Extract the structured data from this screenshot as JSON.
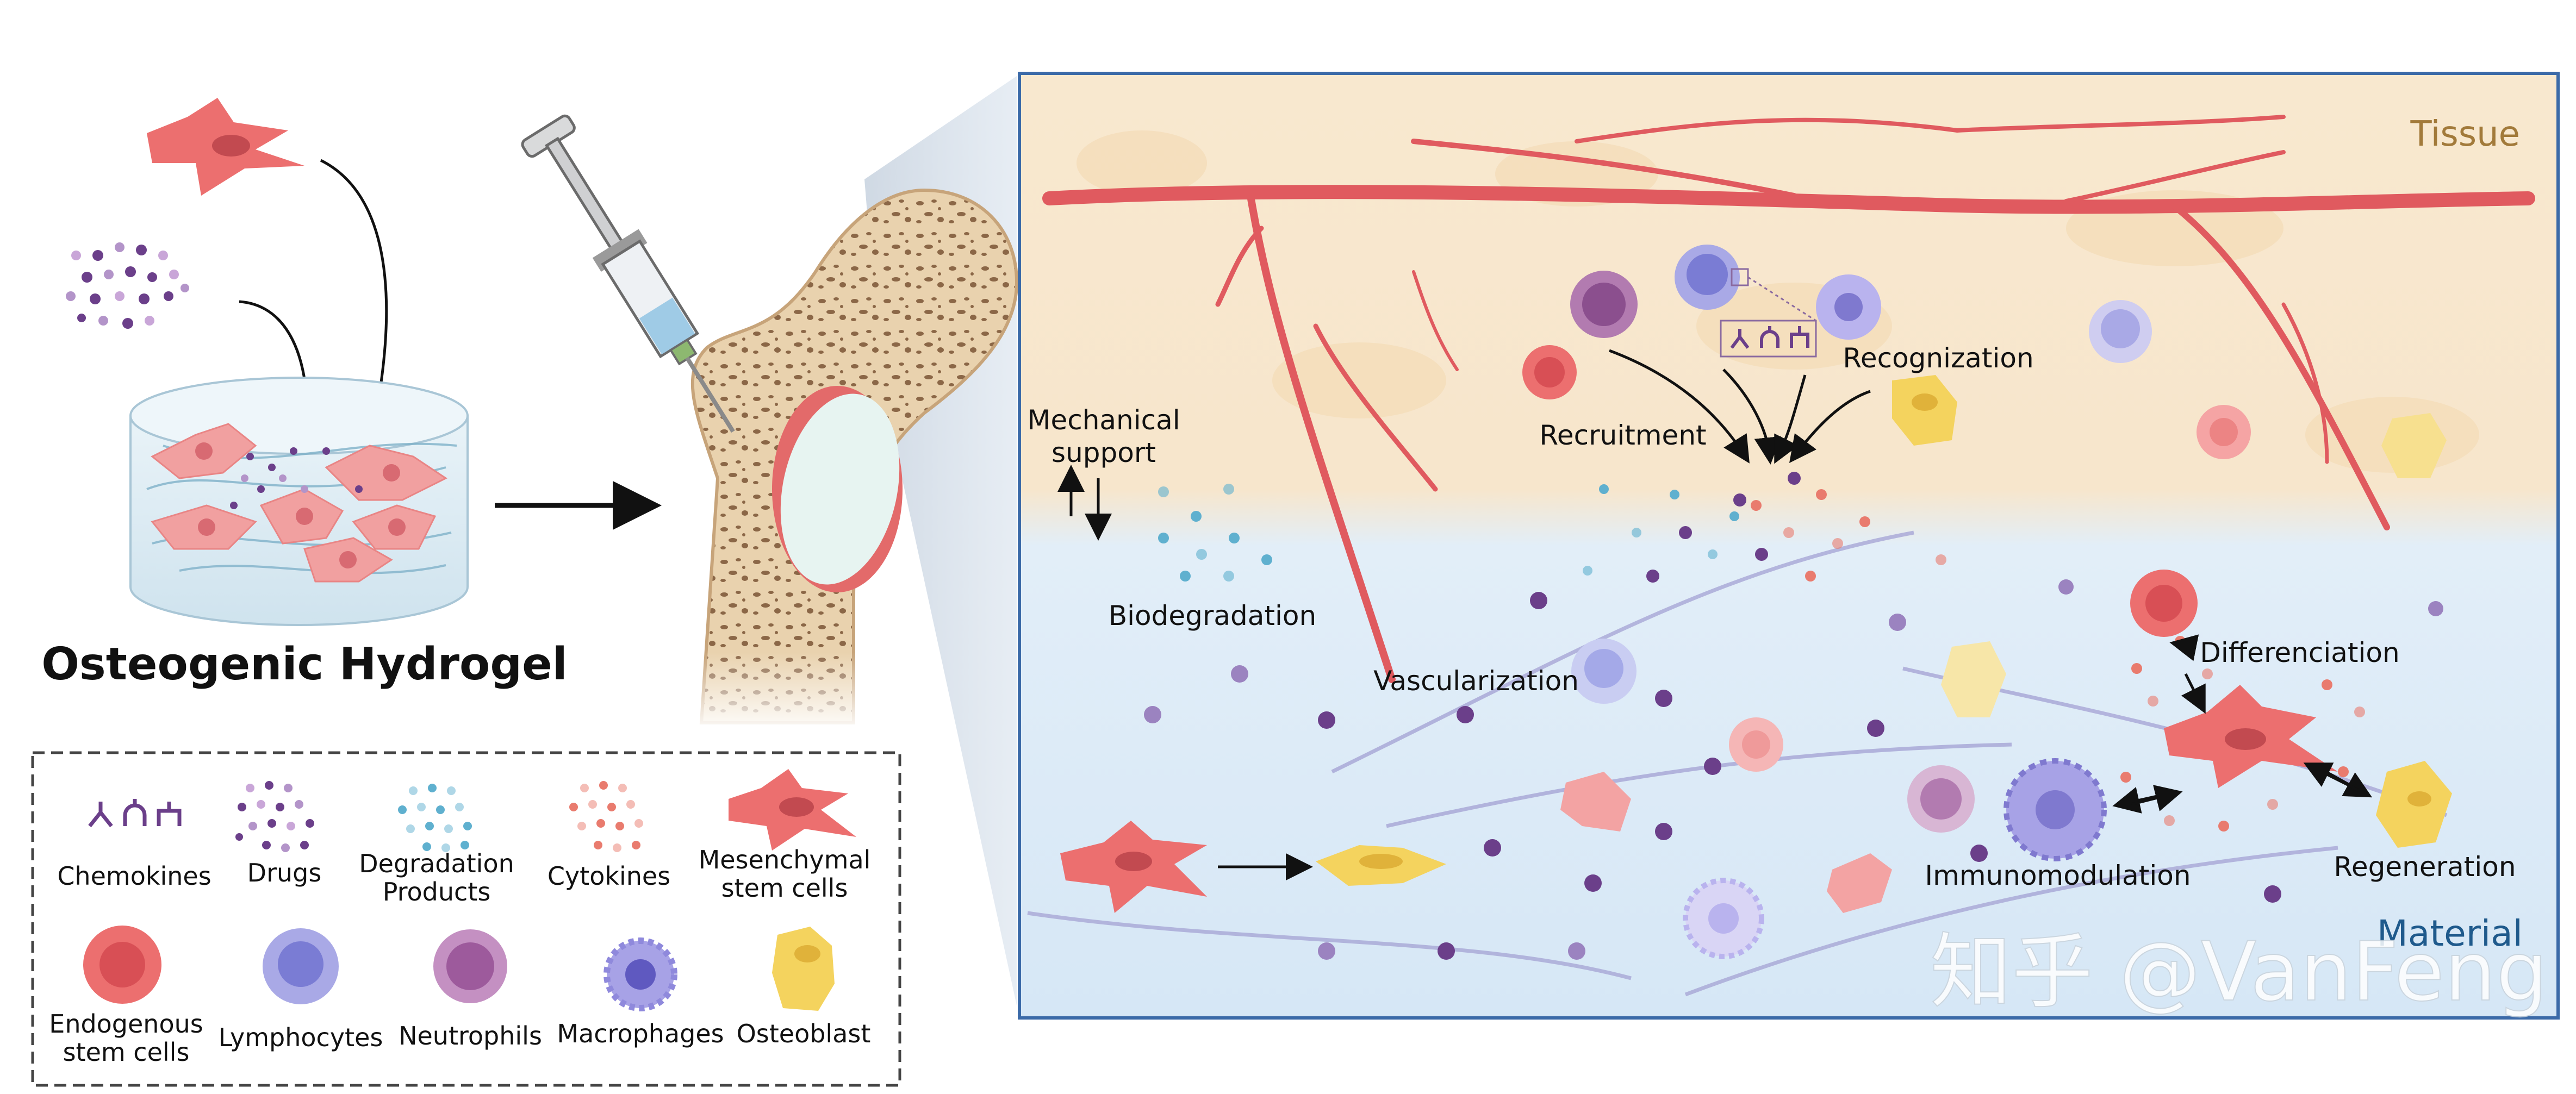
{
  "title": "Osteogenic Hydrogel",
  "panel": {
    "tissue_label": "Tissue",
    "material_label": "Material",
    "tissue_color": "#a27a3a",
    "material_color": "#1f5a8c"
  },
  "processes": {
    "mechanical_support_line1": "Mechanical",
    "mechanical_support_line2": "support",
    "biodegradation": "Biodegradation",
    "vascularization": "Vascularization",
    "recruitment": "Recruitment",
    "recognization": "Recognization",
    "differenciation": "Differenciation",
    "immunomodulation": "Immunomodulation",
    "regeneration": "Regeneration"
  },
  "legend": [
    {
      "icon": "chemokines-icon",
      "lines": [
        "Chemokines"
      ]
    },
    {
      "icon": "drugs-icon",
      "lines": [
        "Drugs"
      ]
    },
    {
      "icon": "degradation-products-icon",
      "lines": [
        "Degradation",
        "Products"
      ]
    },
    {
      "icon": "cytokines-icon",
      "lines": [
        "Cytokines"
      ]
    },
    {
      "icon": "mesenchymal-stem-cells-icon",
      "lines": [
        "Mesenchymal",
        "stem cells"
      ]
    },
    {
      "icon": "endogenous-stem-cells-icon",
      "lines": [
        "Endogenous",
        "stem cells"
      ]
    },
    {
      "icon": "lymphocytes-icon",
      "lines": [
        "Lymphocytes"
      ]
    },
    {
      "icon": "neutrophils-icon",
      "lines": [
        "Neutrophils"
      ]
    },
    {
      "icon": "macrophages-icon",
      "lines": [
        "Macrophages"
      ]
    },
    {
      "icon": "osteoblast-icon",
      "lines": [
        "Osteoblast"
      ]
    }
  ],
  "watermark": "知乎 @VanFeng",
  "colors": {
    "msc": "#ec6f6f",
    "vessel": "#e05a5f",
    "drug": "#6b3f8a",
    "degradation": "#5fb0cf",
    "cytokine": "#e97b6e",
    "lymphocyte": "#8b8fdc",
    "neutrophil": "#b27bb0",
    "macrophage": "#9b95df",
    "osteoblast": "#f4d35e"
  }
}
